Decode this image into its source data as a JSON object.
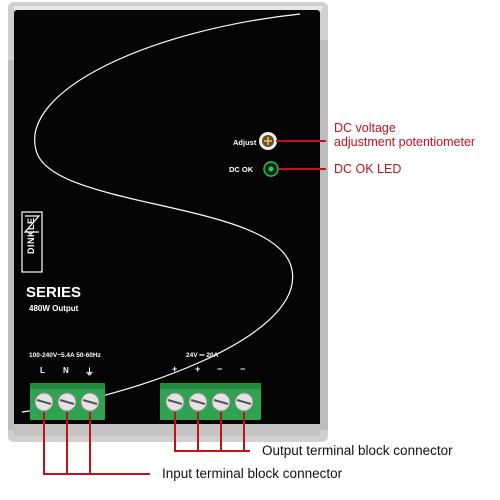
{
  "product": {
    "brand": "DINKLE",
    "series": "SERIES",
    "output_rating": "480W Output",
    "input_spec": "100-240V~5.4A 50-60Hz",
    "input_terminals": [
      "L",
      "N",
      "⏚"
    ],
    "output_spec": "24V ⎓ 20A",
    "output_terminals": [
      "+",
      "+",
      "−",
      "−"
    ],
    "adjust_label": "Adjust",
    "dc_ok_label": "DC OK"
  },
  "callouts": {
    "potentiometer_line1": "DC voltage",
    "potentiometer_line2": "adjustment potentiometer",
    "led": "DC OK LED",
    "output_connector": "Output terminal block connector",
    "input_connector": "Input terminal block connector"
  },
  "colors": {
    "panel": "#050505",
    "frame": "#c9c9c9",
    "terminal_green": "#2fa34f",
    "callout_red": "#c0121b",
    "led_green": "#35c060"
  }
}
